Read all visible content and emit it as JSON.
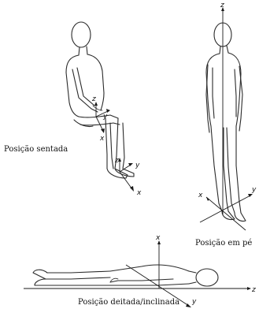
{
  "captions": {
    "sitting": "Posição sentada",
    "standing": "Posição em pé",
    "lying": "Posição deitada/inclinada"
  },
  "axes": {
    "x": "x",
    "y": "y",
    "z": "z"
  }
}
